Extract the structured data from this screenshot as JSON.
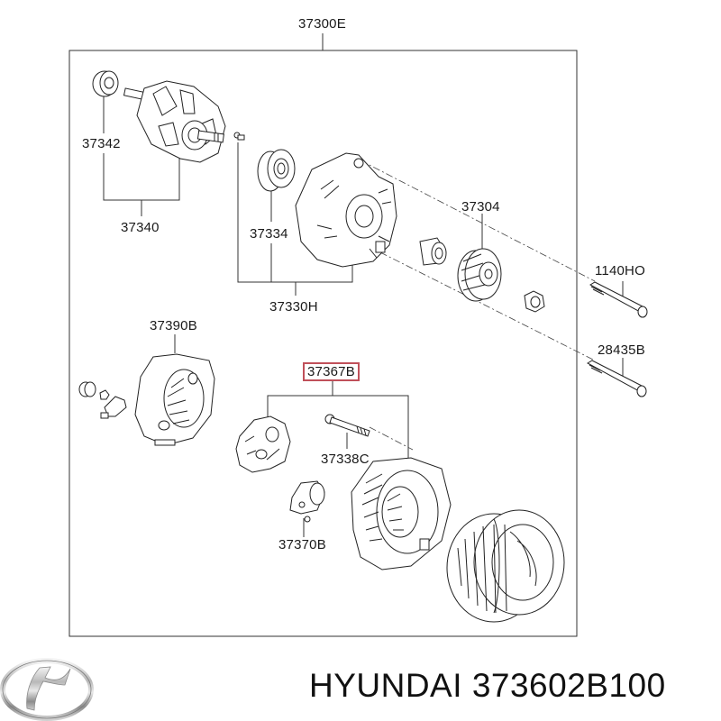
{
  "diagram": {
    "assembly_label": "37300E",
    "parts": [
      {
        "id": "37342",
        "label": "37342",
        "name": "rear bearing"
      },
      {
        "id": "37340",
        "label": "37340",
        "name": "rotor assembly"
      },
      {
        "id": "37334",
        "label": "37334",
        "name": "front bearing"
      },
      {
        "id": "37330H",
        "label": "37330H",
        "name": "front bracket assembly"
      },
      {
        "id": "37304",
        "label": "37304",
        "name": "pulley"
      },
      {
        "id": "1140HO",
        "label": "1140HO",
        "name": "bolt"
      },
      {
        "id": "28435B",
        "label": "28435B",
        "name": "through bolt"
      },
      {
        "id": "37390B",
        "label": "37390B",
        "name": "rear cover"
      },
      {
        "id": "37367B",
        "label": "37367B",
        "name": "rear bracket assembly",
        "highlighted": true
      },
      {
        "id": "37338C",
        "label": "37338C",
        "name": "bolt"
      },
      {
        "id": "37370B",
        "label": "37370B",
        "name": "brush holder / regulator"
      }
    ],
    "highlight_color": "#c0505a"
  },
  "footer": {
    "brand": "HYUNDAI",
    "part_number": "373602B100",
    "title": "HYUNDAI 373602B100",
    "logo": "hyundai-logo-icon"
  }
}
